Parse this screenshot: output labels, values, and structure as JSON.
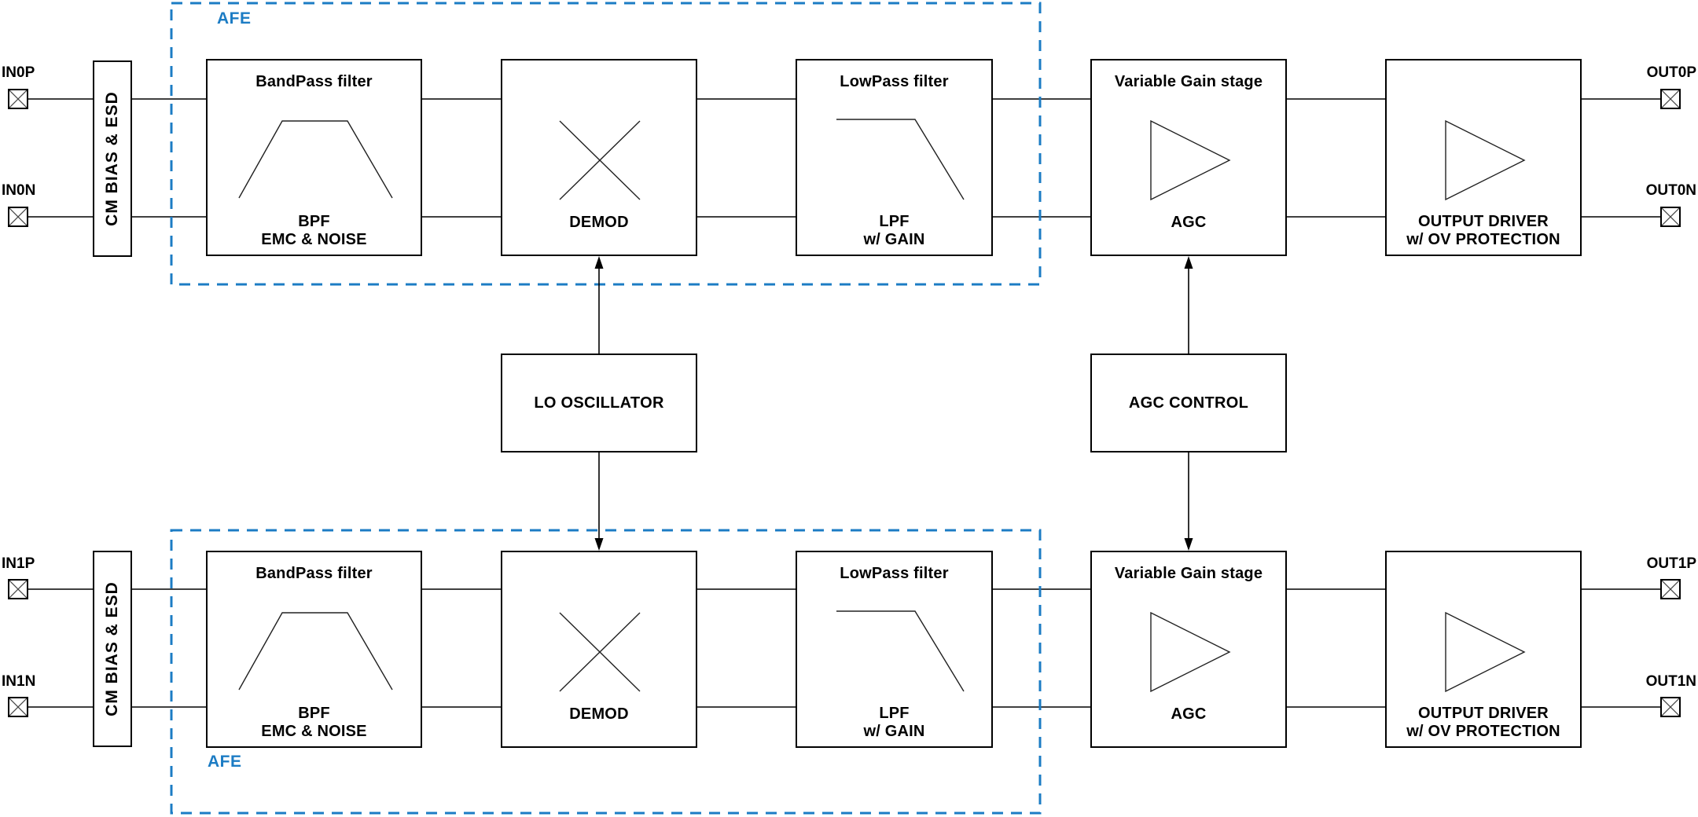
{
  "diagram": {
    "afe": {
      "label": "AFE"
    },
    "colors": {
      "accent_blue": "#1c7cc4",
      "line": "#000000"
    },
    "blocks": {
      "cm_bias": {
        "label": "CM BIAS & ESD"
      },
      "bandpass": {
        "title": "BandPass filter",
        "caption1": "BPF",
        "caption2": "EMC & NOISE"
      },
      "demod": {
        "caption": "DEMOD"
      },
      "lowpass": {
        "title": "LowPass filter",
        "caption1": "LPF",
        "caption2": "w/ GAIN"
      },
      "vga": {
        "title": "Variable Gain stage",
        "caption": "AGC"
      },
      "output_driver": {
        "caption1": "OUTPUT DRIVER",
        "caption2": "w/ OV PROTECTION"
      },
      "lo_oscillator": {
        "label": "LO OSCILLATOR"
      },
      "agc_control": {
        "label": "AGC CONTROL"
      }
    },
    "channels": [
      {
        "in_p": "IN0P",
        "in_n": "IN0N",
        "out_p": "OUT0P",
        "out_n": "OUT0N"
      },
      {
        "in_p": "IN1P",
        "in_n": "IN1N",
        "out_p": "OUT1P",
        "out_n": "OUT1N"
      }
    ]
  }
}
